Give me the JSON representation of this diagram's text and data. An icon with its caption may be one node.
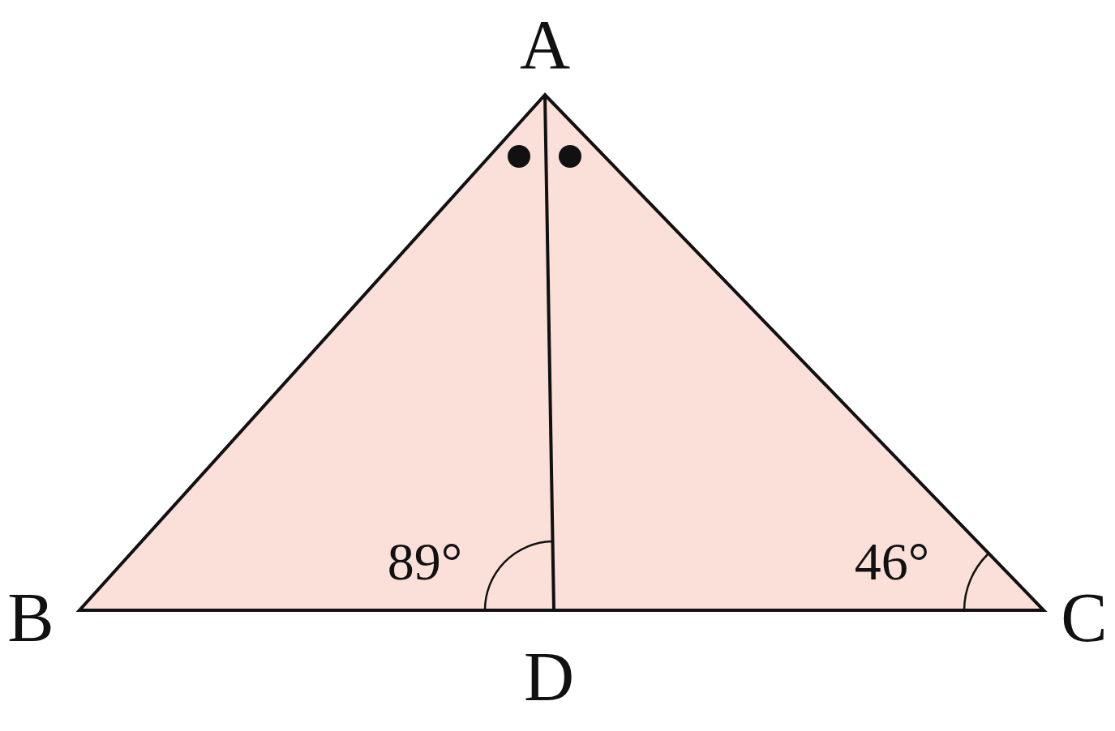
{
  "diagram": {
    "labels": [
      "A",
      "B",
      "C",
      "D",
      "89°",
      "46°"
    ]
  }
}
